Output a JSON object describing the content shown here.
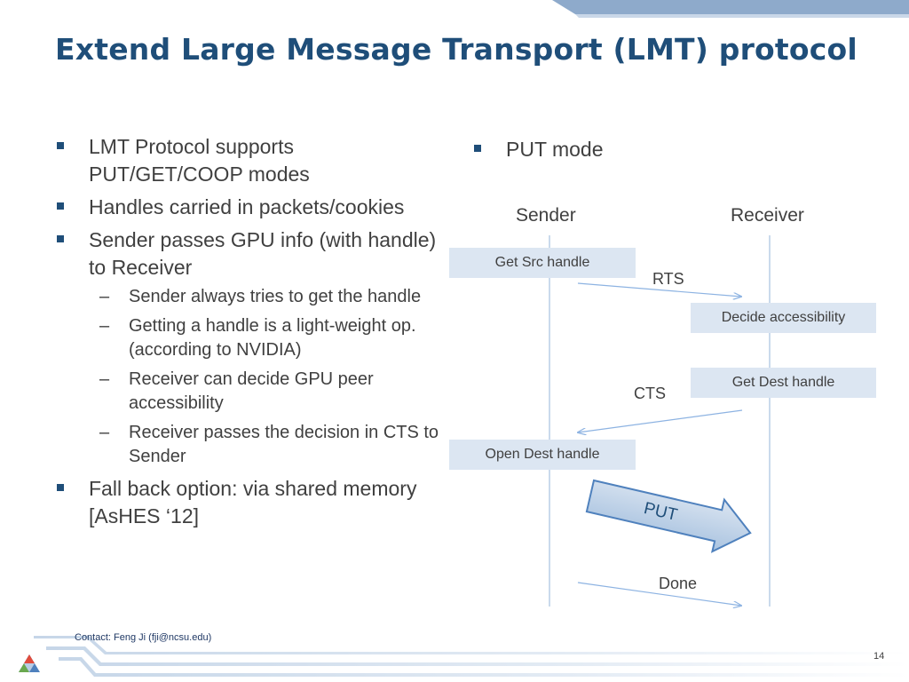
{
  "slide": {
    "title": "Extend Large Message Transport (LMT) protocol",
    "left_bullets": [
      {
        "text": "LMT Protocol supports PUT/GET/COOP modes",
        "sub": []
      },
      {
        "text": "Handles carried in packets/cookies",
        "sub": []
      },
      {
        "text": "Sender passes GPU info (with handle) to Receiver",
        "sub": [
          "Sender always tries to get the handle",
          "Getting a handle is a light-weight op. (according to NVIDIA)",
          "Receiver can decide GPU peer accessibility",
          "Receiver passes the decision in CTS to Sender"
        ]
      },
      {
        "text": "Fall back option: via shared memory [AsHES ‘12]",
        "sub": []
      }
    ],
    "right_bullet": "PUT mode",
    "diagram": {
      "sender_label": "Sender",
      "receiver_label": "Receiver",
      "boxes": {
        "get_src_handle": "Get Src handle",
        "decide_accessibility": "Decide accessibility",
        "get_dest_handle": "Get Dest handle",
        "open_dest_handle": "Open Dest handle"
      },
      "messages": {
        "rts": "RTS",
        "cts": "CTS",
        "put": "PUT",
        "done": "Done"
      }
    },
    "footer": {
      "contact": "Contact: Feng Ji (fji@ncsu.edu)",
      "page_number": "14"
    },
    "colors": {
      "title": "#1f4e79",
      "box_fill": "#dce6f2",
      "band": "#8aa8c8",
      "arrow": "#9dc3e6"
    }
  }
}
